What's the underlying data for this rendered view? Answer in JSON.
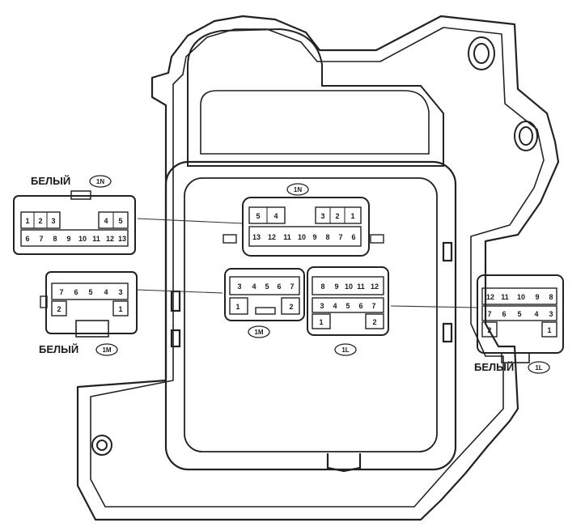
{
  "labels": {
    "color_word": "БЕЛЫЙ",
    "conn_1N": "1N",
    "conn_1M": "1M",
    "conn_1L": "1L"
  },
  "connectors": {
    "left_1N": {
      "row1": [
        "1",
        "2",
        "3",
        "4",
        "5"
      ],
      "row2": [
        "6",
        "7",
        "8",
        "9",
        "10",
        "11",
        "12",
        "13"
      ]
    },
    "left_1M": {
      "row1": [
        "7",
        "6",
        "5",
        "4",
        "3"
      ],
      "row2": [
        "2",
        "1"
      ]
    },
    "right_1L": {
      "row1": [
        "12",
        "11",
        "10",
        "9",
        "8"
      ],
      "row2": [
        "7",
        "6",
        "5",
        "4",
        "3"
      ],
      "row3": [
        "2",
        "1"
      ]
    },
    "block_1N": {
      "row1": [
        "5",
        "4",
        "3",
        "2",
        "1"
      ],
      "row2": [
        "13",
        "12",
        "11",
        "10",
        "9",
        "8",
        "7",
        "6"
      ]
    },
    "block_1M": {
      "row1": [
        "3",
        "4",
        "5",
        "6",
        "7"
      ],
      "row2": [
        "1",
        "2"
      ]
    },
    "block_1L": {
      "row1": [
        "8",
        "9",
        "10",
        "11",
        "12"
      ],
      "row2": [
        "3",
        "4",
        "5",
        "6",
        "7"
      ],
      "row3": [
        "1",
        "2"
      ]
    }
  }
}
